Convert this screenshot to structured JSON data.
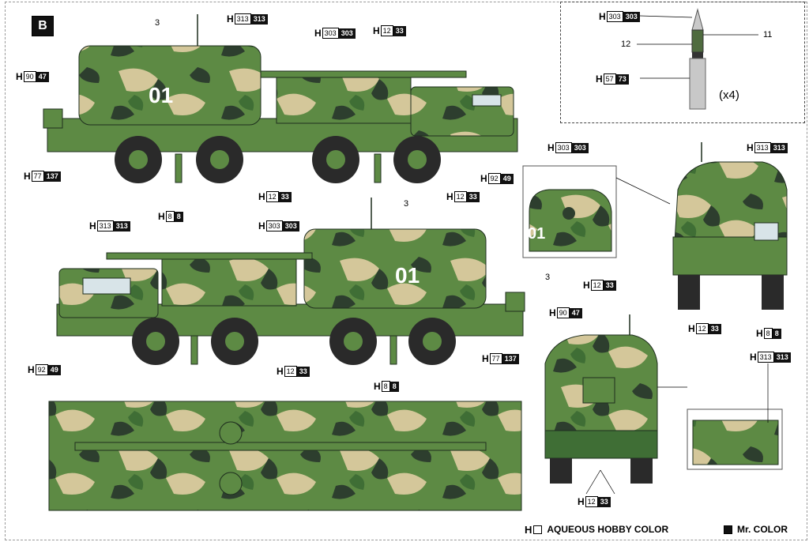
{
  "section_label": "B",
  "legend": {
    "h_prefix": "H",
    "aqueous_label": "AQUEOUS HOBBY COLOR",
    "mr_label": "Mr. COLOR"
  },
  "ammo": {
    "multiplier": "(x4)",
    "part_12": "12",
    "part_11": "11",
    "ref_tip": {
      "aq": "303",
      "mr": "303"
    },
    "ref_case": {
      "aq": "57",
      "mr": "73"
    }
  },
  "vehicle_number": "01",
  "callouts": {
    "side_top_turret_313": {
      "aq": "313",
      "mr": "313"
    },
    "side_top_hull_303": {
      "aq": "303",
      "mr": "303"
    },
    "side_top_gun_12": {
      "aq": "12",
      "mr": "33"
    },
    "side_top_rear_90": {
      "aq": "90",
      "mr": "47"
    },
    "side_top_wheels_77": {
      "aq": "77",
      "mr": "137"
    },
    "side_top_jack_8": {
      "aq": "8",
      "mr": "8"
    },
    "side_top_chassis_12": {
      "aq": "12",
      "mr": "33"
    },
    "side_top_cab_92": {
      "aq": "92",
      "mr": "49"
    },
    "front_303": {
      "aq": "303",
      "mr": "303"
    },
    "front_313": {
      "aq": "313",
      "mr": "313"
    },
    "front_small_12": {
      "aq": "12",
      "mr": "33"
    },
    "front_12": {
      "aq": "12",
      "mr": "33"
    },
    "front_8": {
      "aq": "8",
      "mr": "8"
    },
    "side_bot_313": {
      "aq": "313",
      "mr": "313"
    },
    "side_bot_303": {
      "aq": "303",
      "mr": "303"
    },
    "side_bot_turret_12": {
      "aq": "12",
      "mr": "33"
    },
    "side_bot_rear_90": {
      "aq": "90",
      "mr": "47"
    },
    "side_bot_wheels_77": {
      "aq": "77",
      "mr": "137"
    },
    "side_bot_cab_92": {
      "aq": "92",
      "mr": "49"
    },
    "side_bot_chassis_12": {
      "aq": "12",
      "mr": "33"
    },
    "side_bot_jack_8": {
      "aq": "8",
      "mr": "8"
    },
    "rear_313": {
      "aq": "313",
      "mr": "313"
    },
    "rear_12": {
      "aq": "12",
      "mr": "33"
    }
  },
  "part_numbers": {
    "top_side_3": "3",
    "bottom_side_3": "3",
    "front_small_3": "3"
  },
  "colors": {
    "green_dark": "#3f6e35",
    "green_mid": "#5d8a44",
    "green_light": "#7da55a",
    "sand": "#d4c79a",
    "dark_patch": "#2d3e2e",
    "tire": "#2a2a2a"
  }
}
